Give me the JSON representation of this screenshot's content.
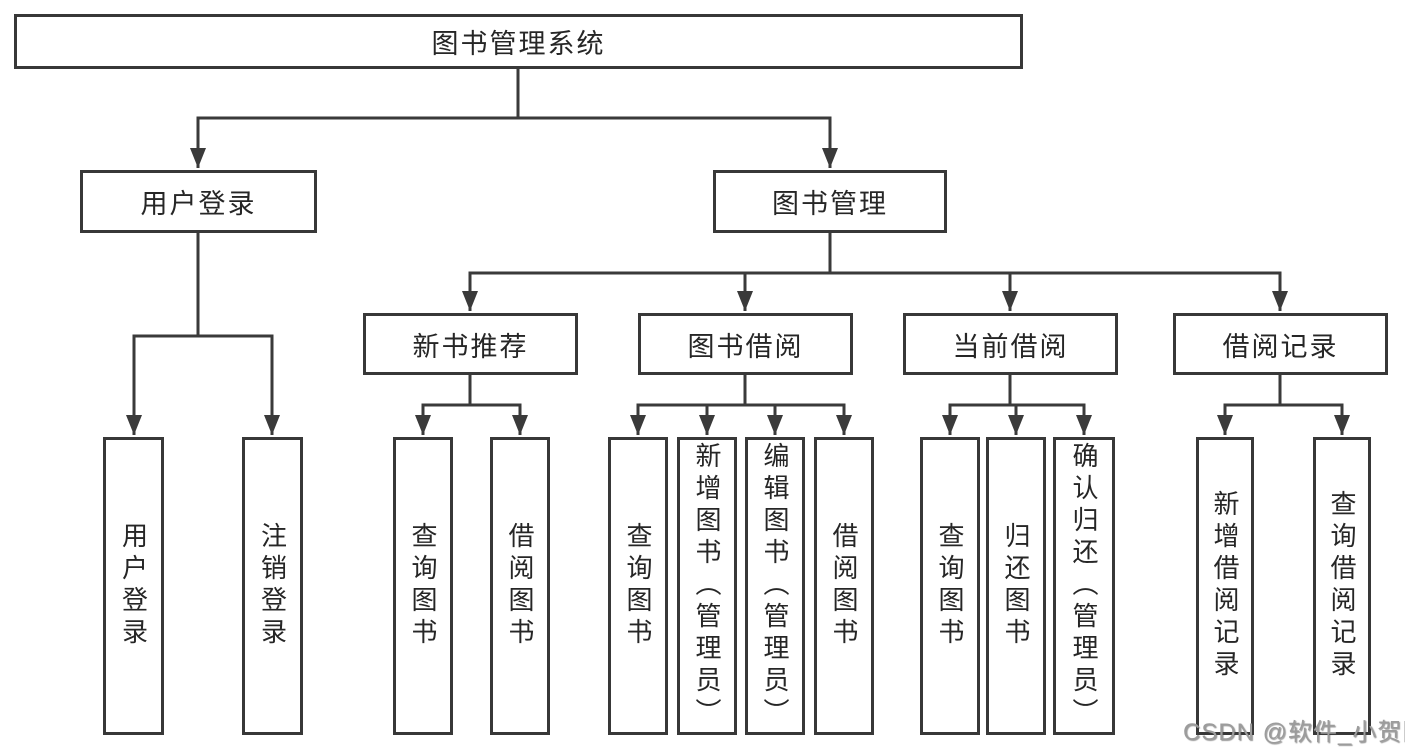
{
  "diagram": {
    "root": {
      "label": "图书管理系统"
    },
    "branches": [
      {
        "label": "用户登录",
        "children": [
          {
            "label": "用户登录"
          },
          {
            "label": "注销登录"
          }
        ]
      },
      {
        "label": "图书管理",
        "children": [
          {
            "label": "新书推荐",
            "children": [
              {
                "label": "查询图书"
              },
              {
                "label": "借阅图书"
              }
            ]
          },
          {
            "label": "图书借阅",
            "children": [
              {
                "label": "查询图书"
              },
              {
                "label": "新增图书（管理员）"
              },
              {
                "label": "编辑图书（管理员）"
              },
              {
                "label": "借阅图书"
              }
            ]
          },
          {
            "label": "当前借阅",
            "children": [
              {
                "label": "查询图书"
              },
              {
                "label": "归还图书"
              },
              {
                "label": "确认归还（管理员）"
              }
            ]
          },
          {
            "label": "借阅记录",
            "children": [
              {
                "label": "新增借阅记录"
              },
              {
                "label": "查询借阅记录"
              }
            ]
          }
        ]
      }
    ]
  },
  "watermark": {
    "text": "CSDN @软件_小贺同学"
  },
  "colors": {
    "stroke": "#3a3a3a",
    "border": "#383838",
    "text": "#262626",
    "background": "#ffffff",
    "watermark": "#9c9c9c"
  }
}
